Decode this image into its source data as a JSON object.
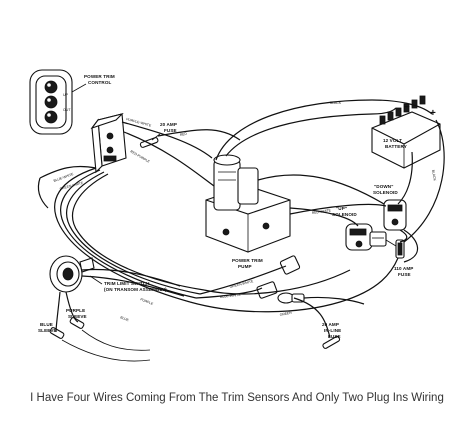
{
  "labels": {
    "power_trim_control": [
      "POWER TRIM",
      "CONTROL"
    ],
    "switch_up": "UP",
    "switch_out": "OUT",
    "fuse_20amp_top": [
      "20 AMP",
      "FUSE"
    ],
    "battery": [
      "12 VOLT",
      "BATTERY"
    ],
    "polarity_neg": "−",
    "polarity_pos": "+",
    "down_solenoid": [
      "\"DOWN\"",
      "SOLENOID"
    ],
    "up_solenoid": [
      "\"UP\"",
      "SOLENOID"
    ],
    "pump": [
      "POWER TRIM",
      "PUMP"
    ],
    "fuse_110amp": [
      "110 AMP",
      "FUSE"
    ],
    "trim_limit_switch": [
      "TRIM LIMIT SWITCH",
      "(ON TRANSOM ASSEMBLY)"
    ],
    "purple_sleeve": [
      "PURPLE",
      "SLEEVE"
    ],
    "blue_sleeve": [
      "BLUE",
      "SLEEVE"
    ],
    "inline_fuse": [
      "20 AMP",
      "IN-LINE",
      "FUSE"
    ],
    "wire_colors": [
      "BLUE-WHITE",
      "GREEN-WHITE",
      "PURPLE-WHITE",
      "RED-PURPLE",
      "RED",
      "BLACK",
      "PURPLE",
      "BLUE",
      "GREEN",
      "RED-WHITE",
      "BLUE-WHITE",
      "GREEN-WHITE",
      "BLACK"
    ]
  },
  "caption": "I Have Four Wires Coming From The Trim Sensors And Only Two Plug Ins Wiring"
}
